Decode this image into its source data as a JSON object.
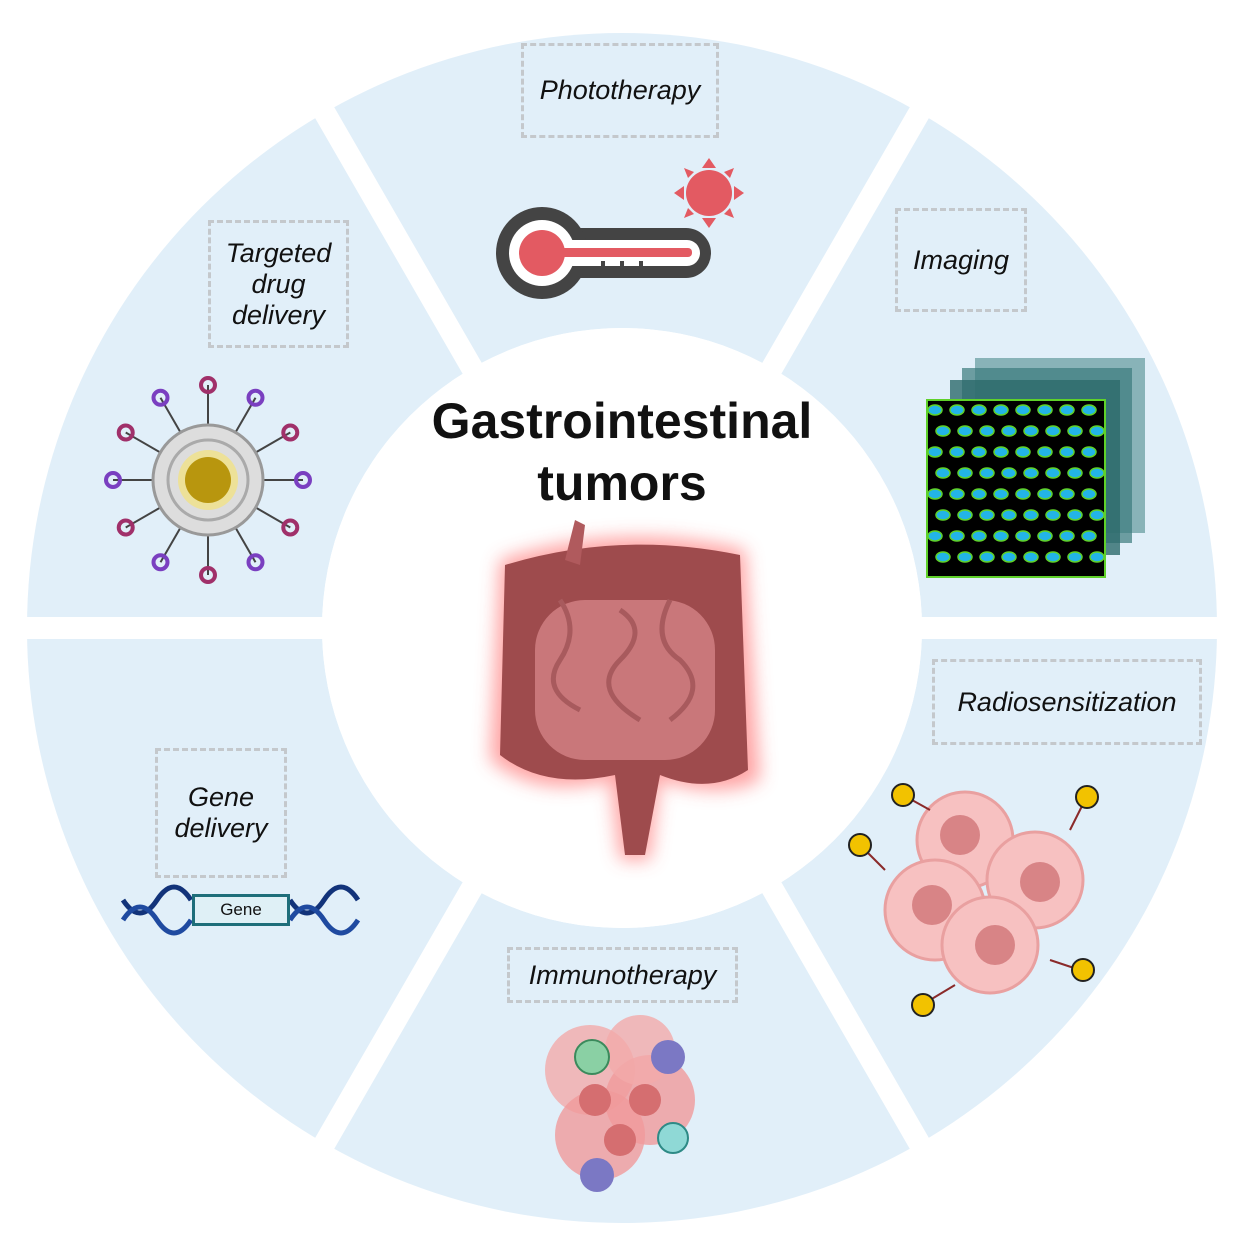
{
  "title": {
    "line1": "Gastrointestinal",
    "line2": "tumors"
  },
  "segments": [
    {
      "label": "Phototherapy",
      "icon": "thermometer-icon"
    },
    {
      "label": "Imaging",
      "icon": "cell-imaging-stack-icon"
    },
    {
      "label": "Radiosensitization",
      "icon": "irradiated-tumor-cells-icon"
    },
    {
      "label": "Immunotherapy",
      "icon": "immune-cells-tumor-icon"
    },
    {
      "label": "Gene delivery",
      "icon": "dna-gene-icon",
      "gene_box": "Gene"
    },
    {
      "label": "Targeted drug delivery",
      "icon": "nanoparticle-icon"
    }
  ],
  "colors": {
    "segment": "#e1eff9",
    "gap": "#ffffff",
    "tumor": "#f2a9ab",
    "thermo": "#e35a62"
  }
}
